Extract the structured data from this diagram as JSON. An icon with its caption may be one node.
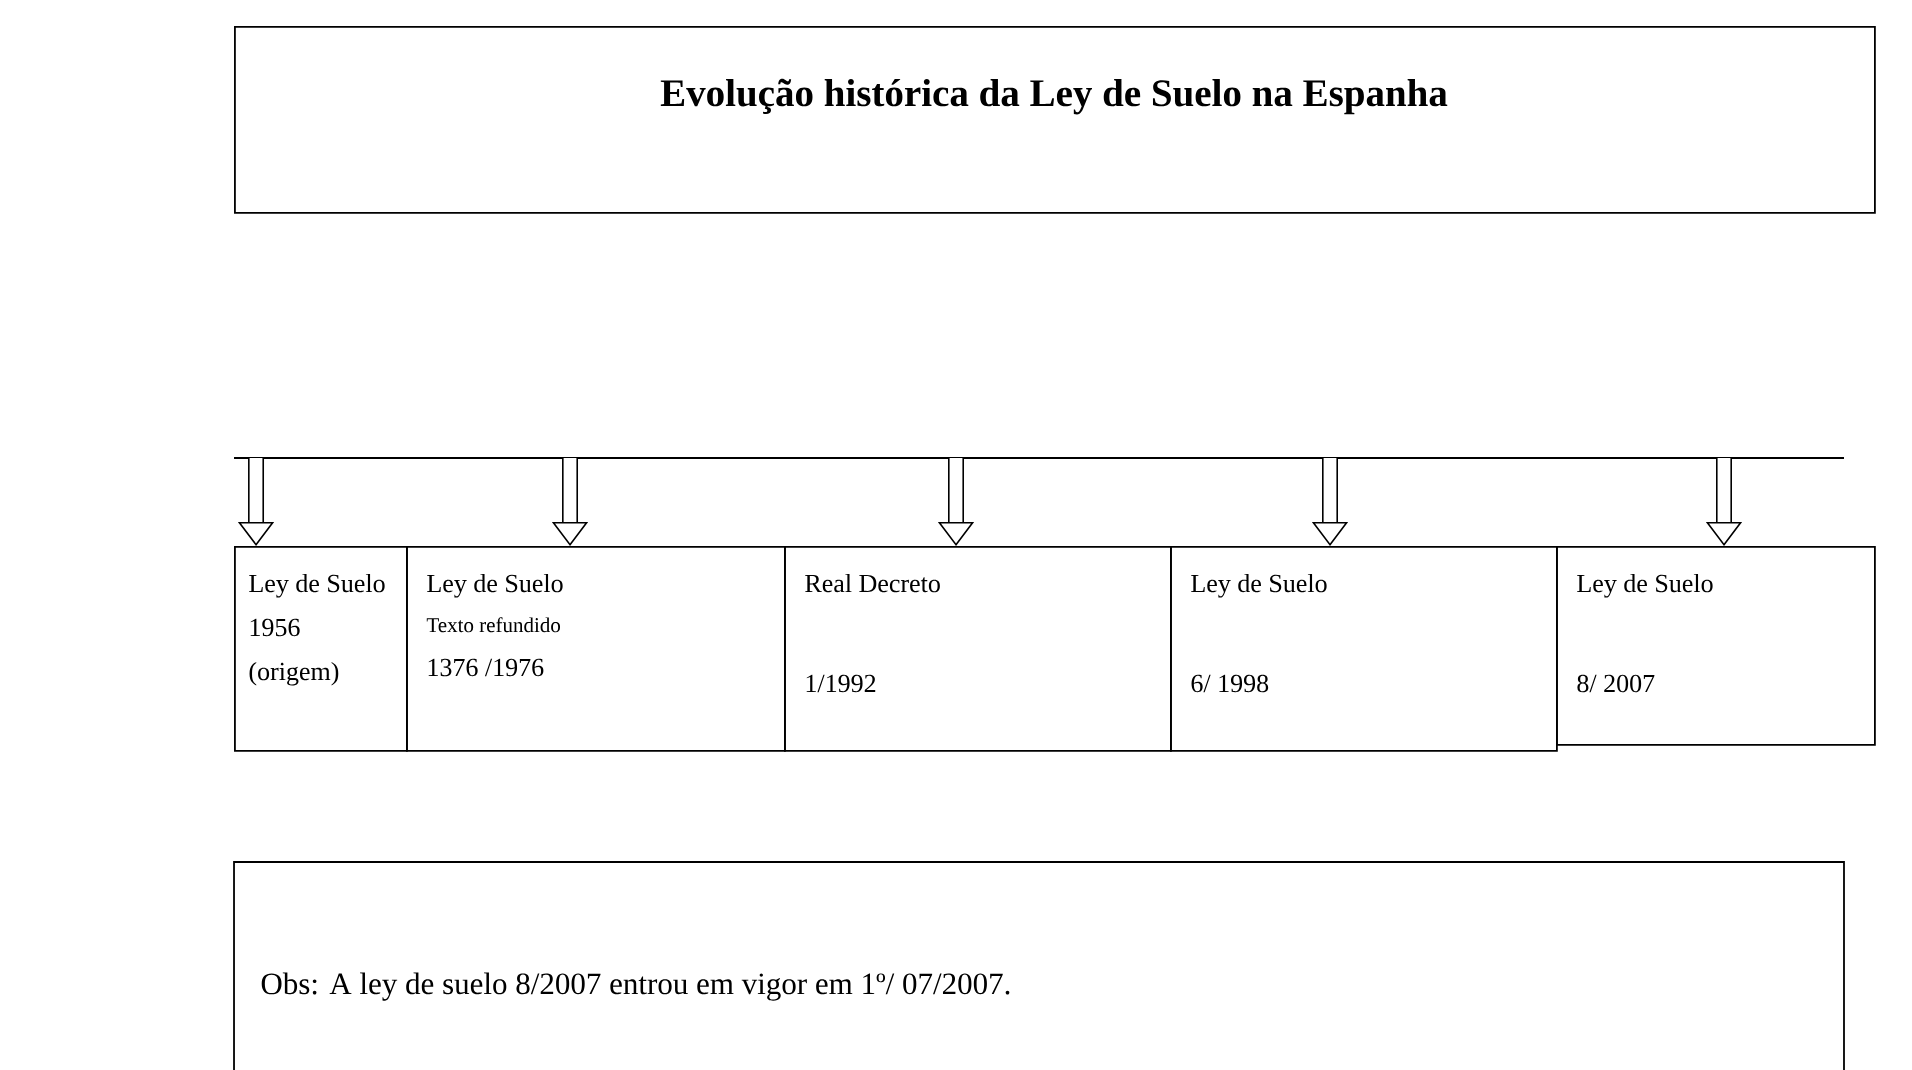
{
  "diagram": {
    "nodes": [
      {
        "text": [
          "Evolução histórica da Ley de Suelo na Espanha"
        ]
      },
      {
        "text": [
          "Ley de Suelo",
          "1956",
          "(origem)"
        ]
      },
      {
        "text": [
          "Ley de Suelo",
          "Texto refundido",
          "1376 /1976"
        ]
      },
      {
        "text": [
          "Real Decreto",
          "1/1992"
        ]
      },
      {
        "text": [
          "Ley de Suelo",
          "6/ 1998"
        ]
      },
      {
        "text": [
          "Ley de Suelo",
          "8/ 2007"
        ]
      },
      {
        "text": [
          "Obs: A ley de suelo 8/2007 entrou em vigor em 1º/ 07/2007."
        ]
      }
    ],
    "edges": [
      {
        "from": null,
        "to": 1,
        "arrow": "to"
      },
      {
        "from": null,
        "to": 2,
        "arrow": "to"
      },
      {
        "from": null,
        "to": 3,
        "arrow": "to"
      },
      {
        "from": null,
        "to": 4,
        "arrow": "to"
      },
      {
        "from": null,
        "to": 5,
        "arrow": "to"
      }
    ]
  }
}
